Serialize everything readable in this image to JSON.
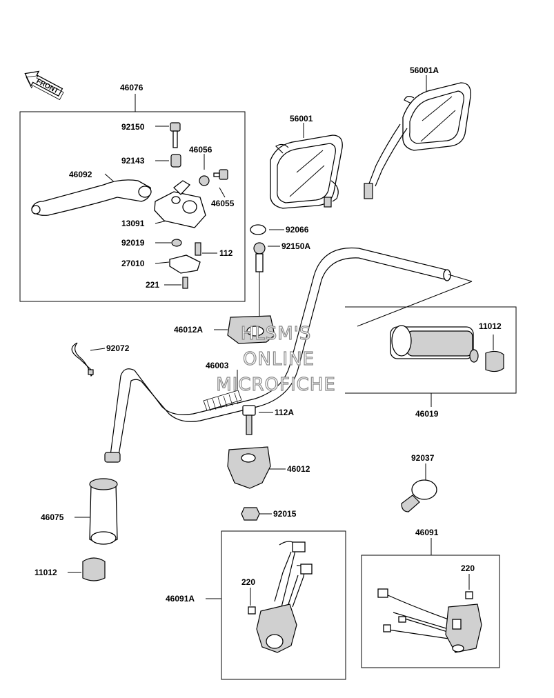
{
  "front_label": "FRONT",
  "watermark": [
    "HLSM'S",
    "ONLINE",
    "MICROFICHE"
  ],
  "labels": {
    "p46076": "46076",
    "p92150": "92150",
    "p92143": "92143",
    "p46056": "46056",
    "p46092": "46092",
    "p46055": "46055",
    "p13091": "13091",
    "p92019": "92019",
    "p112": "112",
    "p27010": "27010",
    "p221": "221",
    "p56001": "56001",
    "p56001A": "56001A",
    "p92066": "92066",
    "p92150A": "92150A",
    "p46012A": "46012A",
    "p92072": "92072",
    "p46003": "46003",
    "p11012a": "11012",
    "p46019": "46019",
    "p112A": "112A",
    "p46012": "46012",
    "p92037": "92037",
    "p92015": "92015",
    "p46075": "46075",
    "p11012b": "11012",
    "p46091": "46091",
    "p220a": "220",
    "p46091A": "46091A",
    "p220b": "220"
  }
}
